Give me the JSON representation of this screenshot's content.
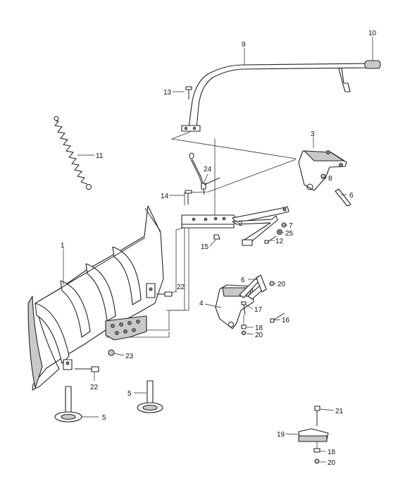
{
  "labels": {
    "l1": "1",
    "l2": "2",
    "l3": "3",
    "l4": "4",
    "l5a": "5",
    "l5b": "5",
    "l6a": "6",
    "l6b": "6",
    "l7": "7",
    "l8": "8",
    "l9": "9",
    "l10": "10",
    "l11": "11",
    "l12": "12",
    "l13": "13",
    "l14": "14",
    "l15": "15",
    "l16": "16",
    "l17": "17",
    "l18a": "18",
    "l18b": "18",
    "l19": "19",
    "l20a": "20",
    "l20b": "20",
    "l20c": "20",
    "l21": "21",
    "l22a": "22",
    "l22b": "22",
    "l23": "23",
    "l24": "24",
    "l25": "25"
  }
}
